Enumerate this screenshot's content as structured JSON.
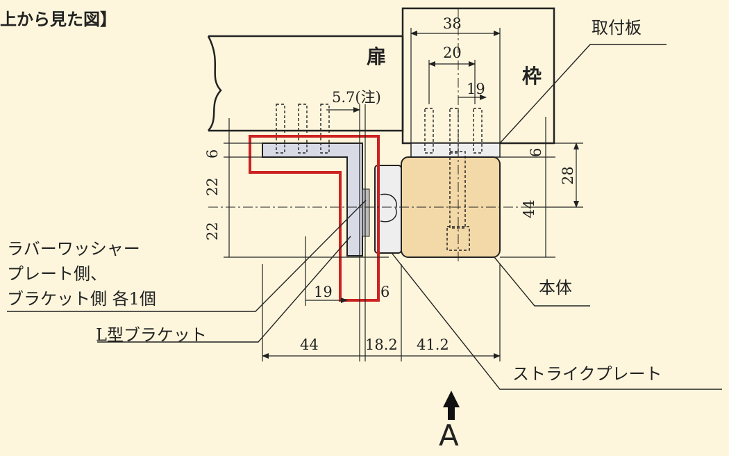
{
  "header": "上から見た図】",
  "parts": {
    "door": "扉",
    "frame": "枠",
    "mount_plate": "取付板",
    "body": "本体",
    "strike_plate": "ストライクプレート",
    "l_bracket": "L型ブラケット",
    "rubber_washer": [
      "ラバーワッシャー",
      "プレート側、",
      "ブラケット側 各1個"
    ]
  },
  "dimensions": {
    "d38": "38",
    "d20": "20",
    "d19_top": "19",
    "d57": "5.7(注)",
    "d6_left": "6",
    "d22_upper": "22",
    "d22_lower": "22",
    "d6_right": "6",
    "d28": "28",
    "d44_right": "44",
    "d19_bottom": "19",
    "d6_bottom": "6",
    "d44_bottom": "44",
    "d182": "18.2",
    "d412": "41.2"
  },
  "view_arrow": "A",
  "colors": {
    "background": "#fdf6dc",
    "line": "#222222",
    "highlight": "#cc2222",
    "body_fill": "#f4d9a8",
    "bracket_fill": "#d8dae6"
  }
}
